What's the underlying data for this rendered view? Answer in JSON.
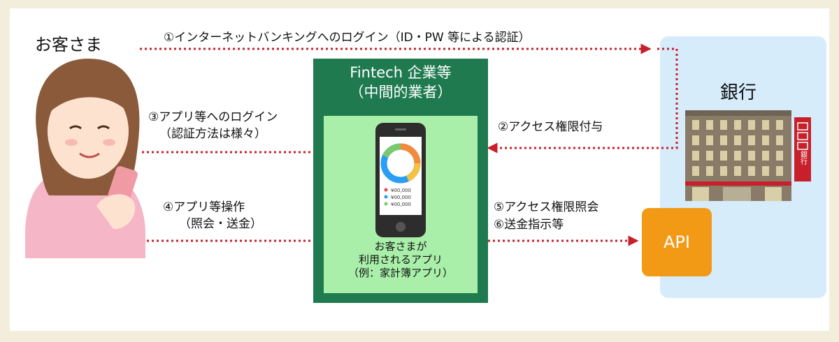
{
  "customer": {
    "title": "お客さま"
  },
  "bank": {
    "title": "銀行",
    "sign": "銀行"
  },
  "fintech": {
    "title_line1": "Fintech 企業等",
    "title_line2": "（中間的業者）",
    "app_caption_line1": "お客さまが",
    "app_caption_line2": "利用されるアプリ",
    "app_caption_line3": "（例：家計簿アプリ）",
    "phone_amounts": [
      "¥00,000",
      "¥00,000",
      "¥00,000"
    ]
  },
  "steps": {
    "step1": "①インターネットバンキングへのログイン（ID・PW 等による認証）",
    "step2": "②アクセス権限付与",
    "step3_line1": "③アプリ等へのログイン",
    "step3_line2": "（認証方法は様々）",
    "step4_line1": "④アプリ等操作",
    "step4_line2": "（照会・送金）",
    "step5": "⑤アクセス権限照会",
    "step6": "⑥送金指示等"
  },
  "api": {
    "label": "API"
  },
  "colors": {
    "background": "#f3eedb",
    "fintech_green": "#1f7a50",
    "app_green": "#a9efa9",
    "bank_blue": "#d6ecfb",
    "api_orange": "#f29a16",
    "arrow_red": "#c8202b"
  }
}
